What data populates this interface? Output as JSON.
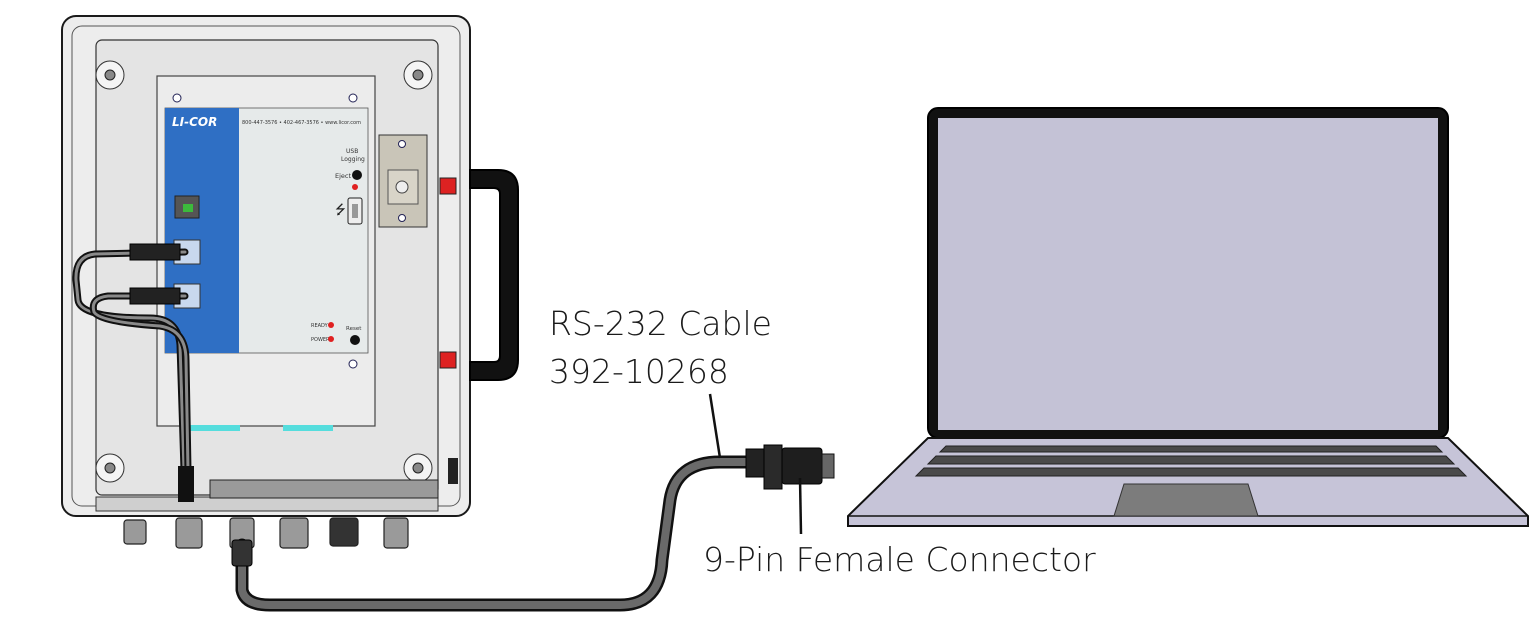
{
  "labels": {
    "cable_name": "RS-232 Cable",
    "cable_part": "392-10268",
    "connector": "9-Pin Female Connector"
  },
  "panel": {
    "brand_logo": "LI-COR",
    "contact_line": "800-447-3576 • 402-467-3576 • www.licor.com",
    "usb_logging": "USB\nLogging",
    "eject": "Eject",
    "ready": "READY",
    "power": "POWER",
    "reset": "Reset"
  },
  "colors": {
    "panel_blue": "#2f6fc4",
    "screen": "#c4c2d6",
    "laptop_base": "#c6c4d8",
    "cable": "#5a5a5a",
    "led_red": "#e02020"
  },
  "icons": {
    "usb": "usb-icon",
    "network": "ethernet-port-icon"
  }
}
